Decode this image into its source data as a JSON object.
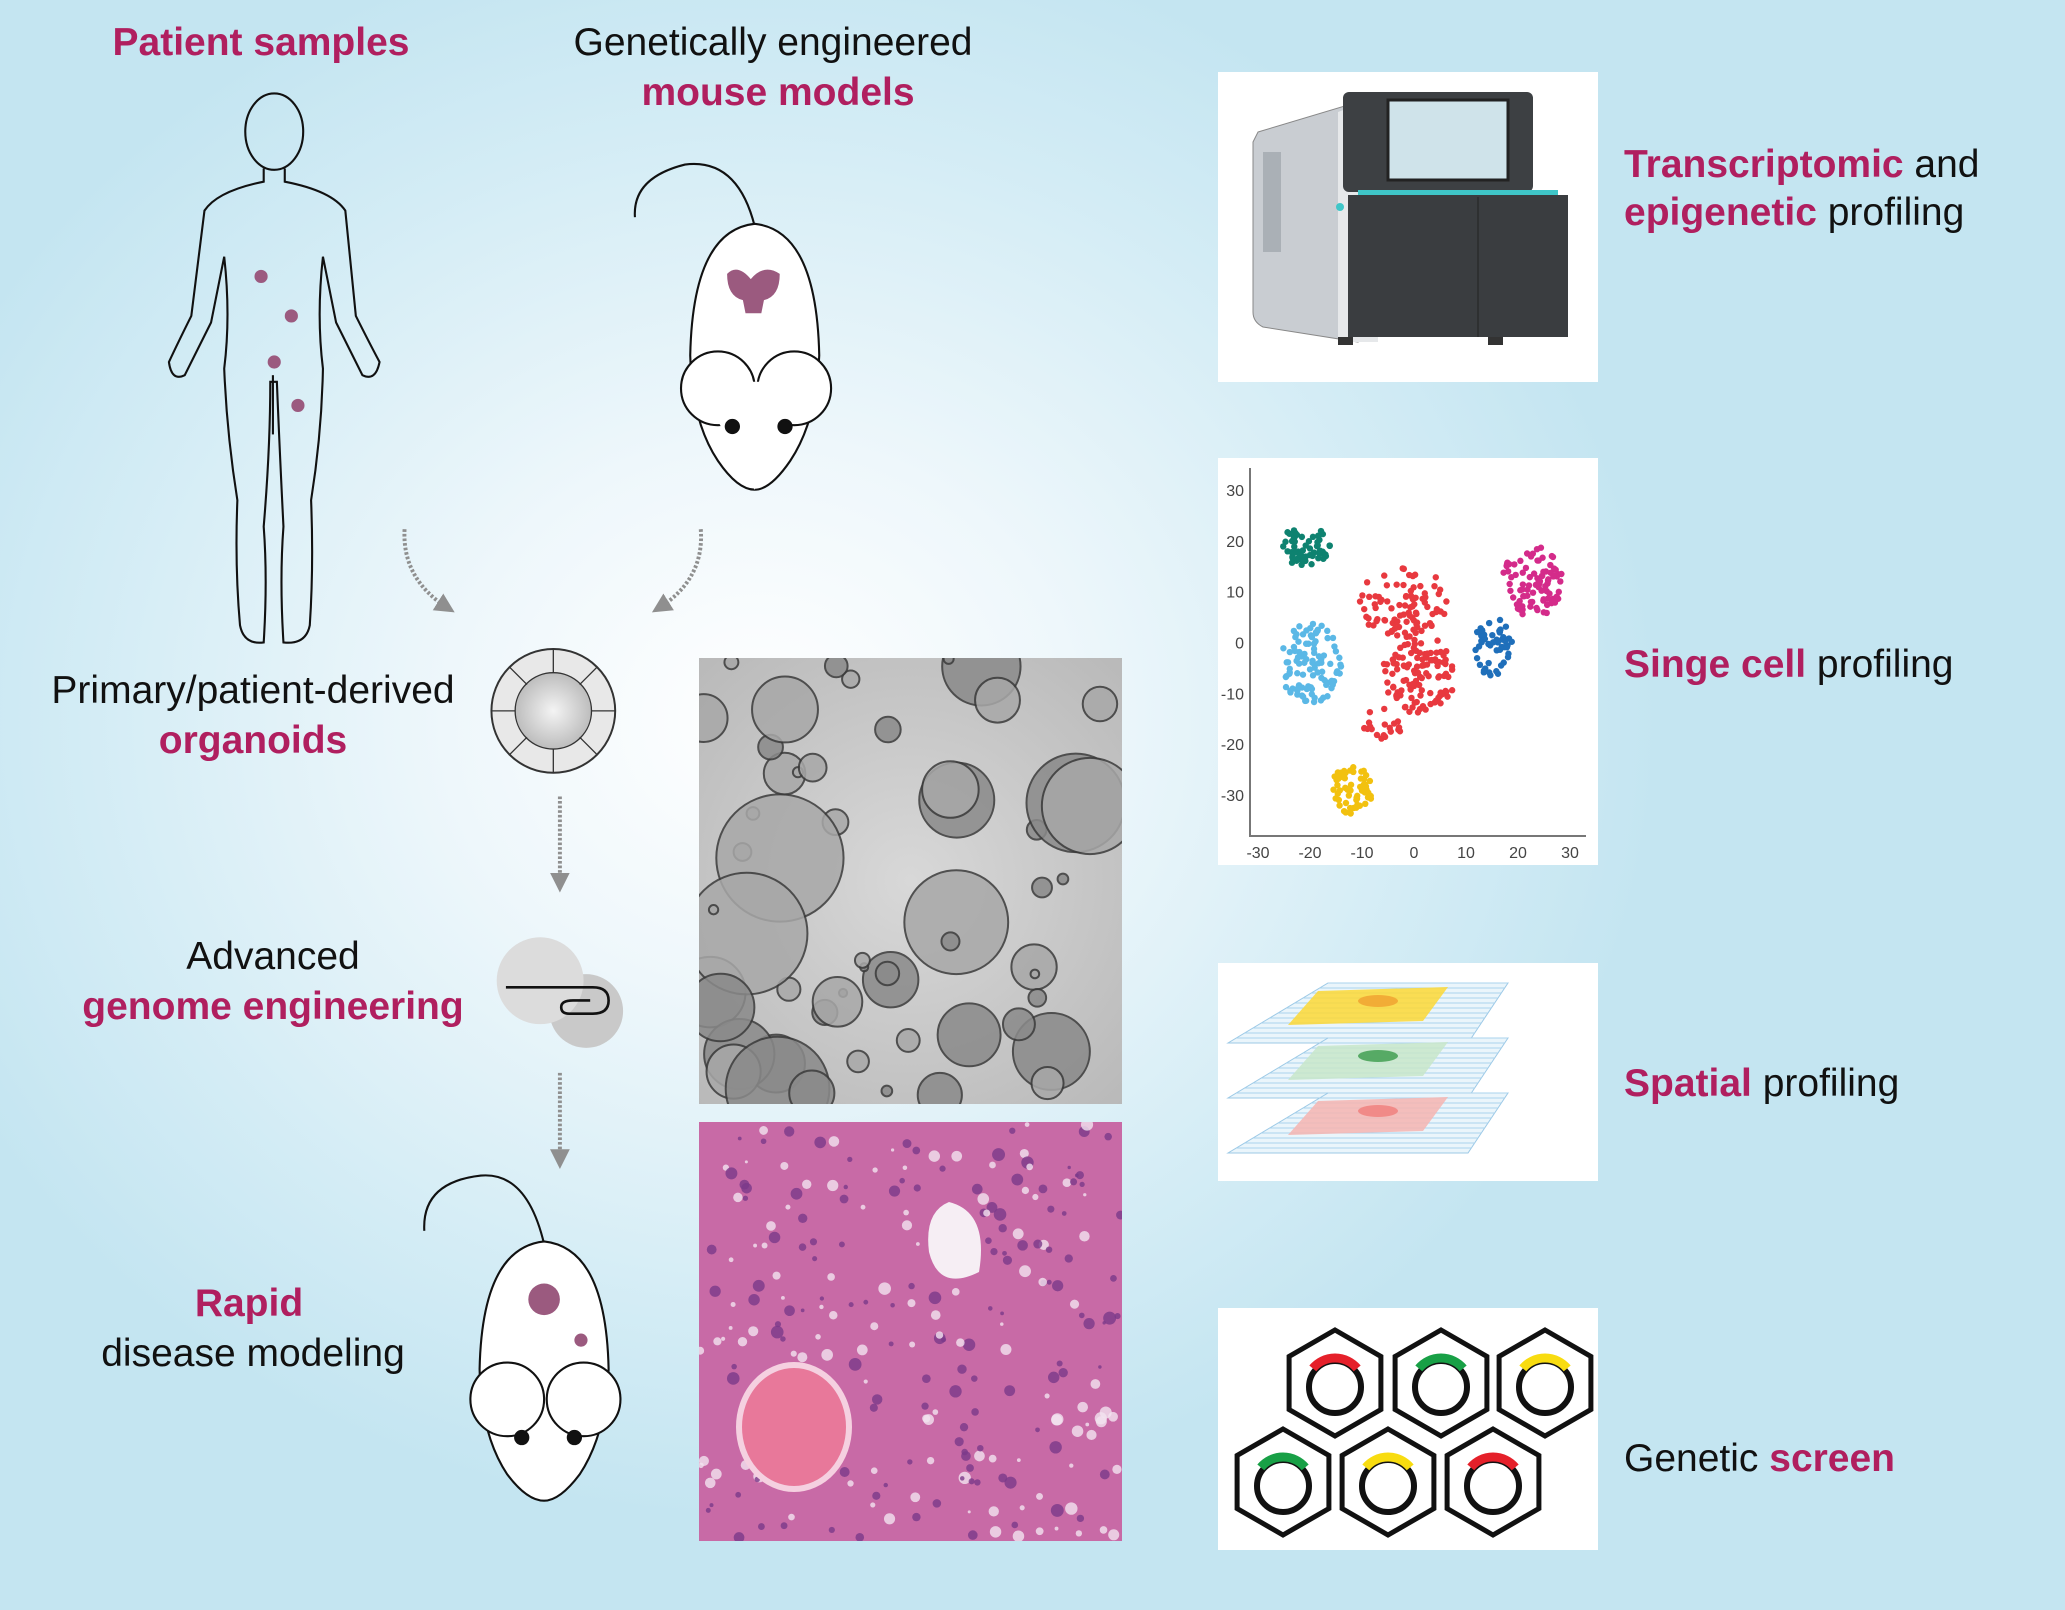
{
  "left": {
    "patient_samples": "Patient samples",
    "gem_line1": "Genetically engineered",
    "gem_line2": "mouse models",
    "organoids_line1": "Primary/patient-derived",
    "organoids_line2": "organoids",
    "genome_line1": "Advanced",
    "genome_line2": "genome engineering",
    "rapid_line1": "Rapid",
    "rapid_line2": "disease modeling"
  },
  "right": {
    "transcriptomic": {
      "hl1": "Transcriptomic",
      "t1": " and",
      "hl2": "epigenetic",
      "t2": " profiling"
    },
    "single_cell": {
      "hl": "Singe cell",
      "t": " profiling"
    },
    "spatial": {
      "hl": "Spatial",
      "t": " profiling"
    },
    "screen": {
      "t": "Genetic ",
      "hl": "screen"
    }
  },
  "colors": {
    "accent": "#b01f5f",
    "arrow": "#8f8f8f",
    "tumor": "#9b5a7f"
  },
  "chart_data": {
    "type": "scatter",
    "title": "",
    "xlabel": "",
    "ylabel": "",
    "xlim": [
      -30,
      30
    ],
    "ylim": [
      -30,
      30
    ],
    "xticks": [
      "-30",
      "-20",
      "-10",
      "0",
      "10",
      "20",
      "30"
    ],
    "yticks": [
      "30",
      "20",
      "10",
      "0",
      "-10",
      "-20",
      "-30"
    ],
    "grid": false,
    "clusters": [
      {
        "name": "teal",
        "color": "#0e8270",
        "center": [
          -21,
          19
        ],
        "spread": [
          5,
          4
        ],
        "n": 60
      },
      {
        "name": "light-blue",
        "color": "#5bb8e6",
        "center": [
          -20,
          -4
        ],
        "spread": [
          6,
          8
        ],
        "n": 100
      },
      {
        "name": "red-upper",
        "color": "#e8393f",
        "center": [
          -2,
          8
        ],
        "spread": [
          9,
          7
        ],
        "n": 90
      },
      {
        "name": "red-lower",
        "color": "#e8393f",
        "center": [
          1,
          -6
        ],
        "spread": [
          7,
          8
        ],
        "n": 110
      },
      {
        "name": "red-tail",
        "color": "#e8393f",
        "center": [
          -6,
          -16
        ],
        "spread": [
          4,
          3
        ],
        "n": 20
      },
      {
        "name": "dark-blue",
        "color": "#1f6fba",
        "center": [
          15,
          -1
        ],
        "spread": [
          4,
          6
        ],
        "n": 50
      },
      {
        "name": "magenta",
        "color": "#d42b8a",
        "center": [
          23,
          12
        ],
        "spread": [
          6,
          7
        ],
        "n": 90
      },
      {
        "name": "yellow",
        "color": "#f2c10f",
        "center": [
          -12,
          -29
        ],
        "spread": [
          4,
          5
        ],
        "n": 60
      }
    ]
  },
  "screen_colors": [
    "#e5202a",
    "#18a046",
    "#f8dc10",
    "#18a046",
    "#f8dc10",
    "#e5202a"
  ]
}
